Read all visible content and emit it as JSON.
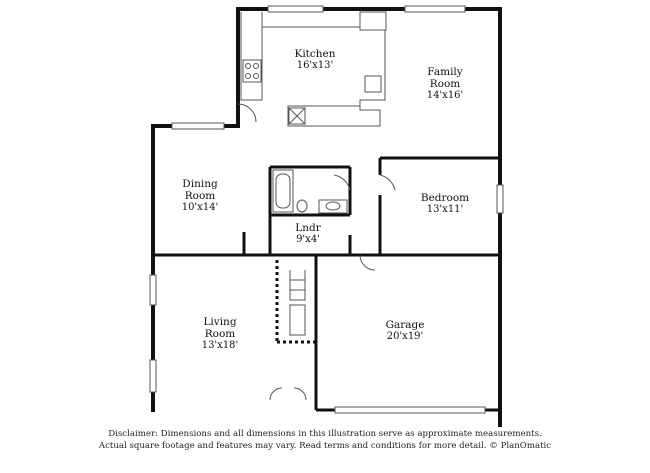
{
  "rooms": {
    "kitchen": {
      "name": "Kitchen",
      "size": "16'x13'"
    },
    "family_room": {
      "name": "Family Room",
      "name_line1": "Family",
      "name_line2": "Room",
      "size": "14'x16'"
    },
    "dining_room": {
      "name_line1": "Dining",
      "name_line2": "Room",
      "size": "10'x14'"
    },
    "bedroom": {
      "name": "Bedroom",
      "size": "13'x11'"
    },
    "laundry": {
      "name": "Lndr",
      "size": "9'x4'"
    },
    "living_room": {
      "name_line1": "Living",
      "name_line2": "Room",
      "size": "13'x18'"
    },
    "garage": {
      "name": "Garage",
      "size": "20'x19'"
    }
  },
  "disclaimer": {
    "line1": "Disclaimer: Dimensions and all dimensions in this illustration serve as approximate measurements.",
    "line2": "Actual square footage and features may vary. Read terms and conditions for more detail. © PlanOmatic"
  },
  "colors": {
    "wall": "#111111",
    "fixture": "#555555",
    "background": "#ffffff"
  }
}
